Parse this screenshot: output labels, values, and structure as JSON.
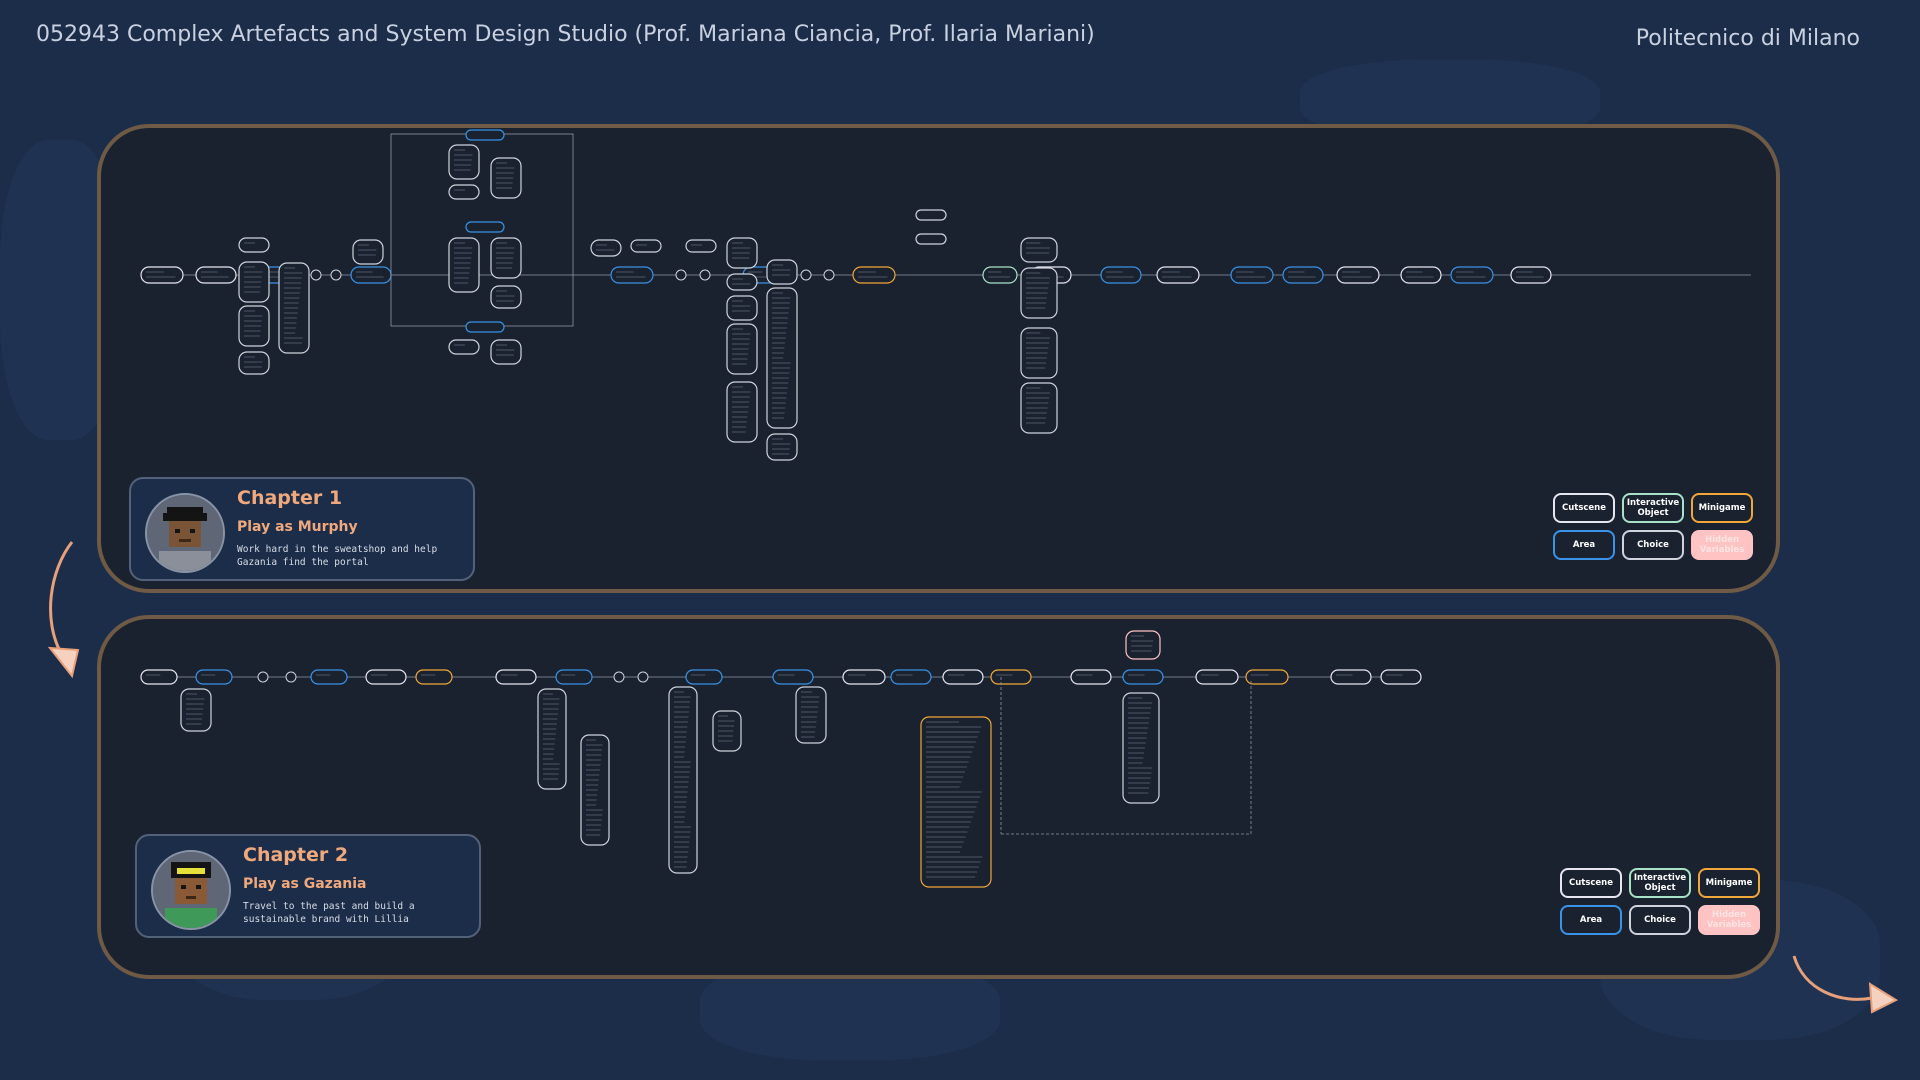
{
  "header": {
    "course": "052943 Complex Artefacts and System Design Studio (Prof. Mariana Ciancia, Prof. Ilaria Mariani)",
    "university": "Politecnico di Milano"
  },
  "chapters": [
    {
      "title": "Chapter 1",
      "subtitle": "Play as Murphy",
      "description": "Work hard in the sweatshop and help Gazania find the portal"
    },
    {
      "title": "Chapter 2",
      "subtitle": "Play as Gazania",
      "description": "Travel to the past and build a sustainable brand with Lillia"
    }
  ],
  "legend": {
    "cutscene": "Cutscene",
    "interactive": "Interactive Object",
    "minigame": "Minigame",
    "area": "Area",
    "choice": "Choice",
    "hidden": "Hidden Variables"
  },
  "colors": {
    "background": "#1c2d4a",
    "panel": "#1a2230",
    "panel_border": "#6e5a45",
    "accent": "#f0a97c",
    "cutscene": "#e6e6f0",
    "interactive": "#a8e2c6",
    "minigame": "#f0a73a",
    "area": "#3a93e6",
    "choice": "#cfd4dc",
    "hidden": "#ffc3c3"
  },
  "icons": {
    "chapter_flow_arrow": "curved-arrow-icon",
    "next_arrow": "curved-arrow-right-icon"
  }
}
